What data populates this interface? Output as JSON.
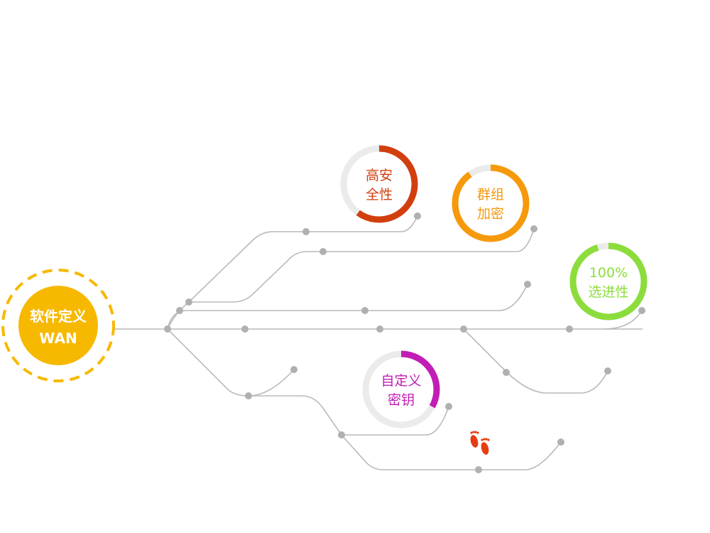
{
  "hub": {
    "line1": "软件定义",
    "line2": "WAN",
    "color": "#f7b800"
  },
  "features": [
    {
      "line1": "高安",
      "line2": "全性",
      "color": "#d23f0e",
      "track": "#ebebeb",
      "fraction": 0.6
    },
    {
      "line1": "群组",
      "line2": "加密",
      "color": "#f6990b",
      "track": "#ebebeb",
      "fraction": 0.9
    },
    {
      "line1": "100%",
      "line2": "选进性",
      "color": "#8cdd3c",
      "track": "#ebebeb",
      "fraction": 0.95
    },
    {
      "line1": "自定义",
      "line2": "密钥",
      "color": "#c21db5",
      "track": "#ebebeb",
      "fraction": 0.33
    }
  ],
  "footprint": {
    "icon": "footprints-icon",
    "color": "#e53d12"
  },
  "line_color": "#b9b9b9",
  "node_color": "#b0b0b0"
}
